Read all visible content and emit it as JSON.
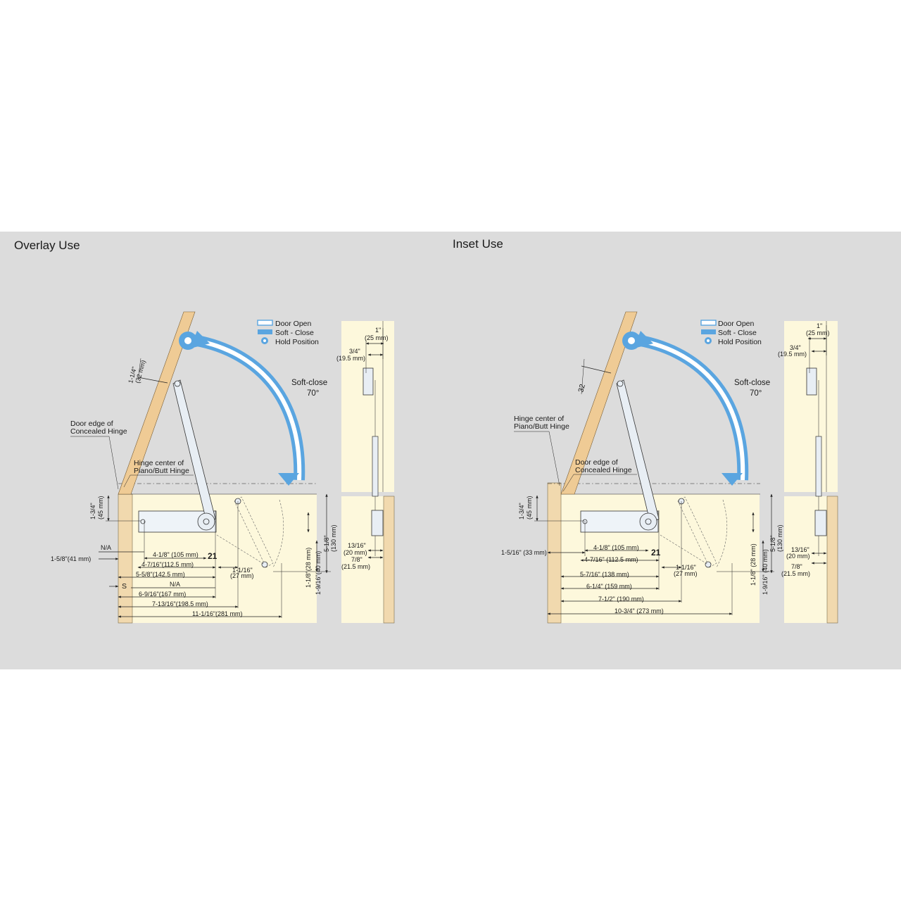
{
  "colors": {
    "band": "#dcdcdc",
    "cabinet": "#fdf8dc",
    "wood": "#f1d9ae",
    "arrow": "#5aa5e0"
  },
  "overlay": {
    "title": "Overlay Use",
    "legend": {
      "door_open": "Door Open",
      "soft_close": "Soft - Close",
      "hold_position": "Hold Position"
    },
    "soft_close": "Soft-close",
    "angle": "70°",
    "door_edge": [
      "Door edge of",
      "Concealed Hinge"
    ],
    "hinge_center": [
      "Hinge center of",
      "Piano/Butt Hinge"
    ],
    "door_dim": [
      "1-1/4\"",
      "(32 mm)"
    ],
    "d_45": [
      "1-3/4\"",
      "(45 mm)"
    ],
    "na_top": "N/A",
    "d_41": "1-5/8\"(41 mm)",
    "d_105": "4-1/8\" (105 mm)",
    "d_21": "21",
    "d_112": "4-7/16\"(112.5 mm)",
    "d_1116": [
      "1-1/16\"",
      "(27 mm)"
    ],
    "d_142": "5-5/8\"(142.5 mm)",
    "s_label": "S",
    "na_mid": "N/A",
    "d_167": "6-9/16\"(167 mm)",
    "d_198": "7-13/16\"(198.5 mm)",
    "d_281": "11-1/16\"(281 mm)",
    "v_28": "1-1/8\"(28 mm)",
    "v_40": "1-9/16\"(40 mm)",
    "v_130": [
      "5-1/8\"",
      "(130 mm)"
    ],
    "side": {
      "d_1": [
        "1\"",
        "(25 mm)"
      ],
      "d_34": [
        "3/4\"",
        "(19.5 mm)"
      ],
      "d_1316": [
        "13/16\"",
        "(20 mm)"
      ],
      "d_78": [
        "7/8\"",
        "(21.5 mm)"
      ]
    }
  },
  "inset": {
    "title": "Inset Use",
    "legend": {
      "door_open": "Door Open",
      "soft_close": "Soft - Close",
      "hold_position": "Hold Position"
    },
    "soft_close": "Soft-close",
    "angle": "70°",
    "hinge_center": [
      "Hinge center of",
      "Piano/Butt Hinge"
    ],
    "door_edge": [
      "Door edge of",
      "Concealed Hinge"
    ],
    "door_dim": "32",
    "d_45": [
      "1-3/4\"",
      "(45 mm)"
    ],
    "d_33": "1-5/16\" (33 mm)",
    "d_105": "4-1/8\" (105 mm)",
    "d_21": "21",
    "d_112": "4-7/16\" (112.5 mm)",
    "d_1116": [
      "1-1/16\"",
      "(27 mm)"
    ],
    "d_138": "5-7/16\" (138 mm)",
    "d_159": "6-1/4\" (159 mm)",
    "d_190": "7-1/2\" (190 mm)",
    "d_273": "10-3/4\" (273 mm)",
    "v_28": "1-1/8\" (28 mm)",
    "v_40": "1-9/16\" (40 mm)",
    "v_130": [
      "5-1/8\"",
      "(130 mm)"
    ],
    "side": {
      "d_1": [
        "1\"",
        "(25 mm)"
      ],
      "d_34": [
        "3/4\"",
        "(19.5 mm)"
      ],
      "d_1316": [
        "13/16\"",
        "(20 mm)"
      ],
      "d_78": [
        "7/8\"",
        "(21.5 mm)"
      ]
    }
  }
}
